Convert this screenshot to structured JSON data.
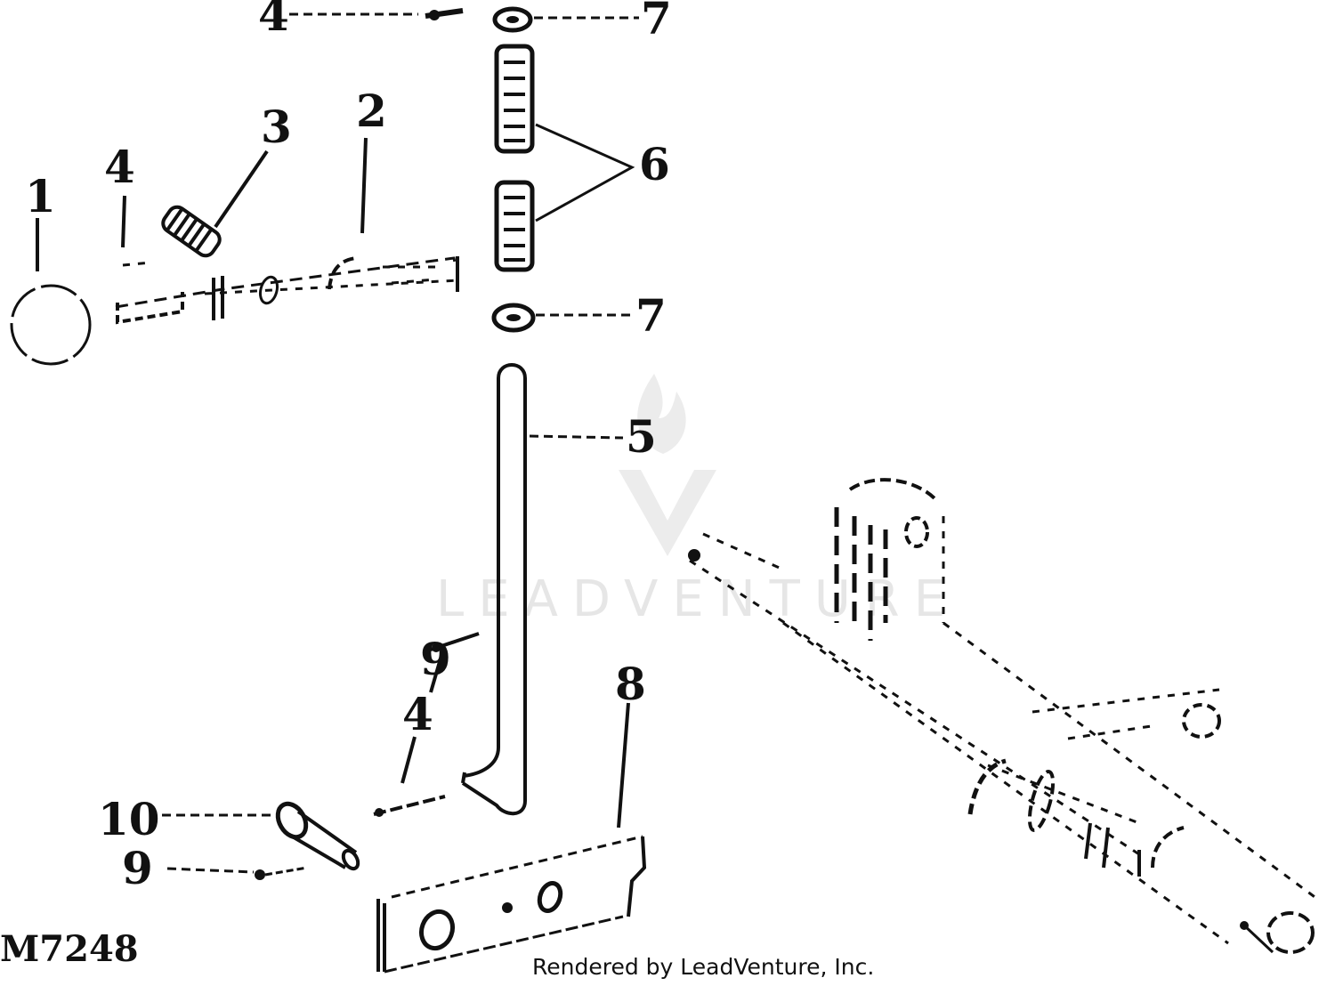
{
  "figure_id": "M7248",
  "credit": "Rendered by LeadVenture, Inc.",
  "watermark": {
    "text": "LEADVENTURE",
    "icon": "leadventure-flame-v-logo-icon"
  },
  "callouts": [
    {
      "key": "c1",
      "label": "1"
    },
    {
      "key": "c2",
      "label": "2"
    },
    {
      "key": "c3",
      "label": "3"
    },
    {
      "key": "c4a",
      "label": "4"
    },
    {
      "key": "c4b",
      "label": "4"
    },
    {
      "key": "c4c",
      "label": "4"
    },
    {
      "key": "c5",
      "label": "5"
    },
    {
      "key": "c6",
      "label": "6"
    },
    {
      "key": "c7a",
      "label": "7"
    },
    {
      "key": "c7b",
      "label": "7"
    },
    {
      "key": "c8",
      "label": "8"
    },
    {
      "key": "c9a",
      "label": "9"
    },
    {
      "key": "c9b",
      "label": "9"
    },
    {
      "key": "c10",
      "label": "10"
    }
  ],
  "parts": [
    {
      "key": "p1",
      "icon": "ball-knob-icon"
    },
    {
      "key": "p2",
      "icon": "lever-arm-icon"
    },
    {
      "key": "p3",
      "icon": "spring-icon"
    },
    {
      "key": "p4",
      "icon": "cotter-pin-icon"
    },
    {
      "key": "p5",
      "icon": "control-rod-icon"
    },
    {
      "key": "p6",
      "icon": "compression-spring-icon"
    },
    {
      "key": "p7",
      "icon": "washer-icon"
    },
    {
      "key": "p8",
      "icon": "bellcrank-plate-icon"
    },
    {
      "key": "p9",
      "icon": "pin-icon"
    },
    {
      "key": "p10",
      "icon": "clevis-pin-icon"
    },
    {
      "key": "frame",
      "icon": "mower-frame-icon"
    }
  ]
}
